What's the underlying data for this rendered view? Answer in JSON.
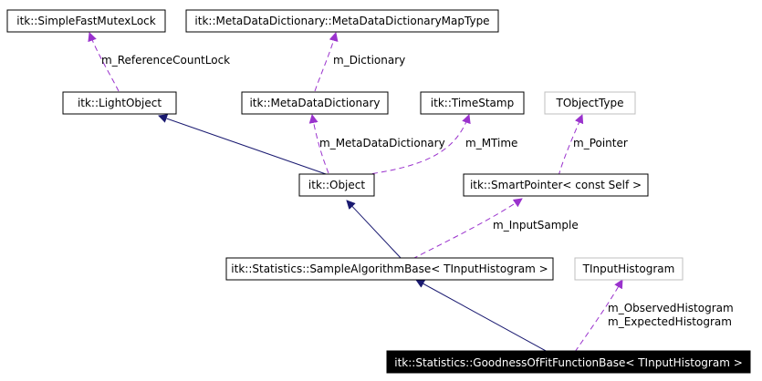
{
  "nodes": {
    "simple_fast_mutex_lock": "itk::SimpleFastMutexLock",
    "meta_data_dictionary_map_type": "itk::MetaDataDictionary::MetaDataDictionaryMapType",
    "light_object": "itk::LightObject",
    "meta_data_dictionary": "itk::MetaDataDictionary",
    "time_stamp": "itk::TimeStamp",
    "tobject_type": "TObjectType",
    "object": "itk::Object",
    "smart_pointer": "itk::SmartPointer< const Self >",
    "sample_algorithm_base": "itk::Statistics::SampleAlgorithmBase< TInputHistogram >",
    "tinput_histogram": "TInputHistogram",
    "goodness_of_fit": "itk::Statistics::GoodnessOfFitFunctionBase< TInputHistogram >"
  },
  "edge_labels": {
    "reference_count_lock": "m_ReferenceCountLock",
    "dictionary": "m_Dictionary",
    "meta_data_dictionary": "m_MetaDataDictionary",
    "mtime": "m_MTime",
    "pointer": "m_Pointer",
    "input_sample": "m_InputSample",
    "observed_histogram": "m_ObservedHistogram",
    "expected_histogram": "m_ExpectedHistogram"
  },
  "colors": {
    "inheritance_edge": "#191970",
    "usage_edge": "#9a32cd",
    "node_border": "#000000",
    "template_node_border": "#bfbfbf",
    "highlight_fill": "#000000",
    "highlight_text": "#ffffff"
  }
}
